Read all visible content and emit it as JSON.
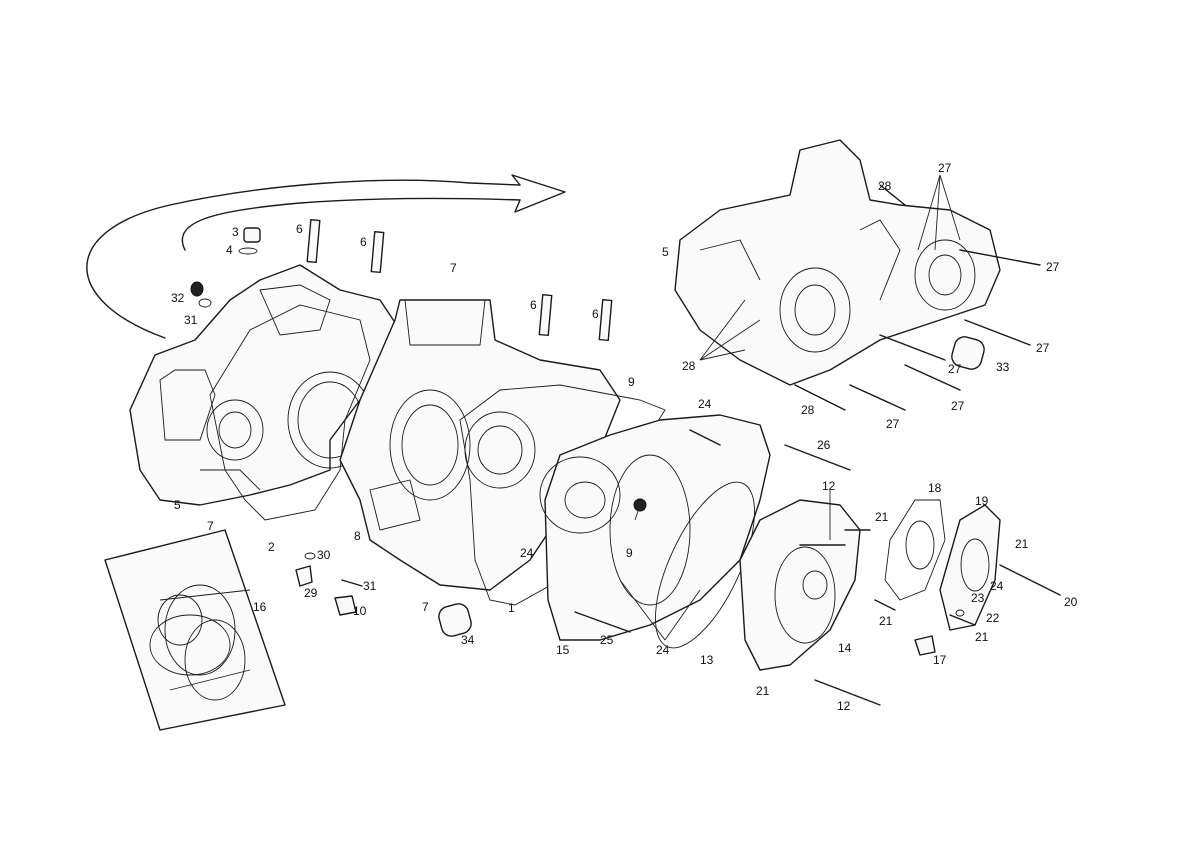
{
  "callouts": {
    "c1": "1",
    "c2": "2",
    "c3": "3",
    "c4": "4",
    "c5a": "5",
    "c5b": "5",
    "c6a": "6",
    "c6b": "6",
    "c6c": "6",
    "c6d": "6",
    "c7a": "7",
    "c7b": "7",
    "c7c": "7",
    "c8": "8",
    "c9a": "9",
    "c9b": "9",
    "c10": "10",
    "c12a": "12",
    "c12b": "12",
    "c13": "13",
    "c14": "14",
    "c15": "15",
    "c16": "16",
    "c17": "17",
    "c18": "18",
    "c19": "19",
    "c20": "20",
    "c21a": "21",
    "c21b": "21",
    "c21c": "21",
    "c21d": "21",
    "c21e": "21",
    "c22": "22",
    "c23": "23",
    "c24a": "24",
    "c24b": "24",
    "c24c": "24",
    "c24d": "24",
    "c25": "25",
    "c26": "26",
    "c27a": "27",
    "c27b": "27",
    "c27c": "27",
    "c27d": "27",
    "c27e": "27",
    "c28a": "28",
    "c28b": "28",
    "c28c": "28",
    "c29": "29",
    "c30": "30",
    "c31a": "31",
    "c31b": "31",
    "c32": "32",
    "c33": "33",
    "c34": "34"
  },
  "colors": {
    "ink": "#1a1a1a",
    "background": "#ffffff"
  }
}
